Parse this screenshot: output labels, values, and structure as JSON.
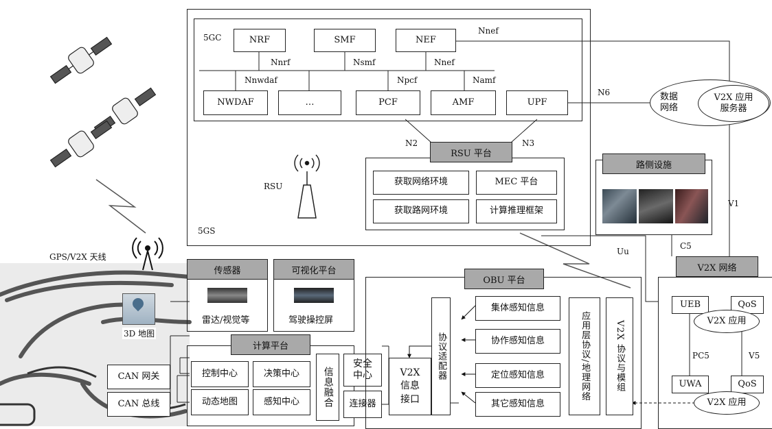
{
  "core": {
    "label_5gc": "5GC",
    "label_5gs": "5GS",
    "nrf": "NRF",
    "smf": "SMF",
    "nef": "NEF",
    "nwdaf": "NWDAF",
    "dots": "…",
    "pcf": "PCF",
    "amf": "AMF",
    "upf": "UPF",
    "iface_nnrf": "Nnrf",
    "iface_nsmf": "Nsmf",
    "iface_nnef_bus": "Nnef",
    "iface_nnwdaf": "Nnwdaf",
    "iface_npcf": "Npcf",
    "iface_namf": "Namf",
    "iface_nnef_top": "Nnef",
    "iface_n6": "N6",
    "iface_n2": "N2",
    "iface_n3": "N3"
  },
  "rsu": {
    "label": "RSU",
    "platform_title": "RSU 平台",
    "get_network_env": "获取网络环境",
    "mec_platform": "MEC 平台",
    "get_road_env": "获取路网环境",
    "compute_framework": "计算推理框架"
  },
  "data_network": {
    "label_line1": "数据",
    "label_line2": "网络",
    "app_server": "V2X 应用服务器"
  },
  "roadside": {
    "title": "路侧设施"
  },
  "interfaces": {
    "v1": "V1",
    "c5": "C5",
    "uu": "Uu",
    "pc5": "PC5",
    "v5": "V5"
  },
  "v2x_network": {
    "title": "V2X 网络",
    "ueb": "UEB",
    "qos_top": "QoS",
    "app_top": "V2X 应用",
    "uwa": "UWA",
    "qos_bottom": "QoS",
    "app_bottom": "V2X 应用"
  },
  "vehicle": {
    "antenna": "GPS/V2X 天线",
    "map3d": "3D 地图",
    "sensor_title": "传感器",
    "sensor_caption": "雷达/视觉等",
    "viz_title": "可视化平台",
    "viz_caption": "驾驶操控屏",
    "compute_title": "计算平台",
    "control_center": "控制中心",
    "decision_center": "决策中心",
    "dynamic_map": "动态地图",
    "perception_center": "感知中心",
    "info_fusion": "信息融合",
    "security_center": "安全中心",
    "connector": "连接器",
    "can_gateway": "CAN 网关",
    "can_bus": "CAN 总线"
  },
  "obu": {
    "title": "OBU 平台",
    "v2x_interface": "V2X 信息接口",
    "protocol_adapter": "协议适配器",
    "collective": "集体感知信息",
    "cooperative": "协作感知信息",
    "positioning": "定位感知信息",
    "other": "其它感知信息",
    "app_layer": "应用层协议/地理网络",
    "v2x_module": "V2X 协议与模组"
  }
}
